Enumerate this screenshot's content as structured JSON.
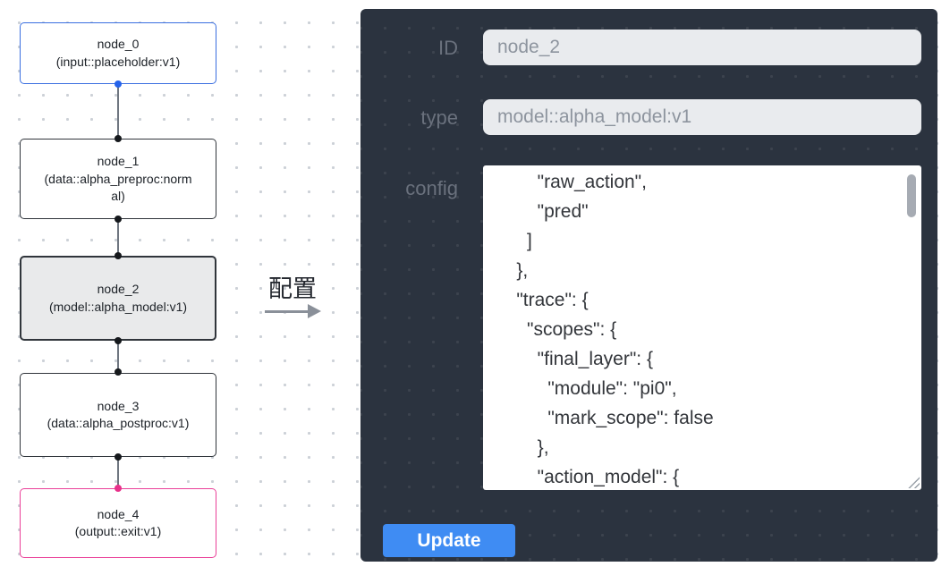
{
  "flow": {
    "nodes": [
      {
        "title": "node_0",
        "subtitle": "(input::placeholder:v1)"
      },
      {
        "title": "node_1",
        "subtitle": "(data::alpha_preproc:normal)"
      },
      {
        "title": "node_2",
        "subtitle": "(model::alpha_model:v1)"
      },
      {
        "title": "node_3",
        "subtitle": "(data::alpha_postproc:v1)"
      },
      {
        "title": "node_4",
        "subtitle": "(output::exit:v1)"
      }
    ]
  },
  "connector": {
    "label": "配置"
  },
  "panel": {
    "id_label": "ID",
    "id_value": "node_2",
    "type_label": "type",
    "type_value": "model::alpha_model:v1",
    "config_label": "config",
    "config_text": "        \"raw_action\",\n        \"pred\"\n      ]\n    },\n    \"trace\": {\n      \"scopes\": {\n        \"final_layer\": {\n          \"module\": \"pi0\",\n          \"mark_scope\": false\n        },\n        \"action_model\": {",
    "update_label": "Update"
  },
  "colors": {
    "panel_bg": "#2b333f",
    "accent_blue": "#3f8cf3",
    "input_node_border": "#3a6fe0",
    "output_node_border": "#ea3f98",
    "selected_node_bg": "#e9eaeb",
    "input_field_bg": "#e9ebee",
    "port_blue": "#2563eb",
    "port_pink": "#e8308a"
  }
}
